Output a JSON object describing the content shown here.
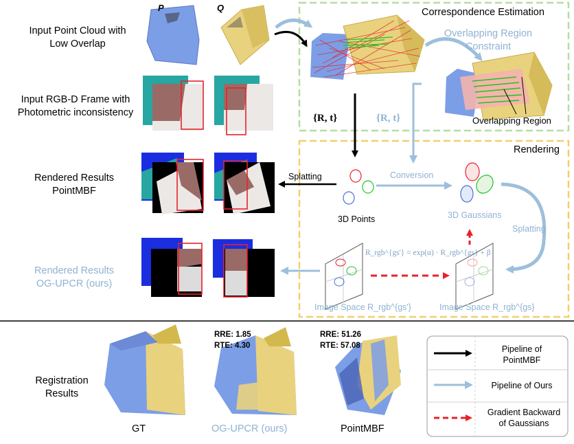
{
  "labels": {
    "input_point_cloud": [
      "Input Point Cloud with",
      "Low Overlap"
    ],
    "input_rgbd": [
      "Input RGB-D Frame with",
      "Photometric inconsistency"
    ],
    "rendered_pointmbf": [
      "Rendered Results",
      "PointMBF"
    ],
    "rendered_ours": [
      "Rendered Results",
      "OG-UPCR (ours)"
    ],
    "registration_results": [
      "Registration",
      "Results"
    ],
    "cloud_p": "P",
    "cloud_q": "Q"
  },
  "correspondence": {
    "title": "Correspondence Estimation",
    "overlap_constraint": [
      "Overlapping Region",
      "Constraint"
    ],
    "overlapping_region": "Overlapping Region",
    "pose_black": "{R,   t}",
    "pose_blue": "{R,   t}"
  },
  "rendering": {
    "title": "Rendering",
    "splatting_left": "Splatting",
    "conversion": "Conversion",
    "points_3d": "3D Points",
    "gaussians_3d": "3D Gaussians",
    "splatting_right": "Splatting",
    "formula": "R_rgb^{gs'} = exp(α) · R_rgb^{gs} + β",
    "image_space_left": "Image Space R_rgb^{gs'}",
    "image_space_right": "Image Space R_rgb^{gs}"
  },
  "results": {
    "gt": "GT",
    "ours": "OG-UPCR (ours)",
    "pointmbf": "PointMBF",
    "ours_rre": "RRE: 1.85",
    "ours_rte": "RTE: 4.30",
    "mbf_rre": "RRE: 51.26",
    "mbf_rte": "RTE: 57.08"
  },
  "legend": {
    "black": [
      "Pipeline of",
      "PointMBF"
    ],
    "blue": "Pipeline of  Ours",
    "red": [
      "Gradient Backward",
      "of  Gaussians"
    ]
  },
  "colors": {
    "green_box": "#b6dca4",
    "yellow_box": "#f2cf6e",
    "blue_arrow": "#9dbfdc",
    "red_arrow": "#e8222a",
    "cloud_blue": "#7c9ee6",
    "cloud_yellow": "#e9d27e"
  }
}
